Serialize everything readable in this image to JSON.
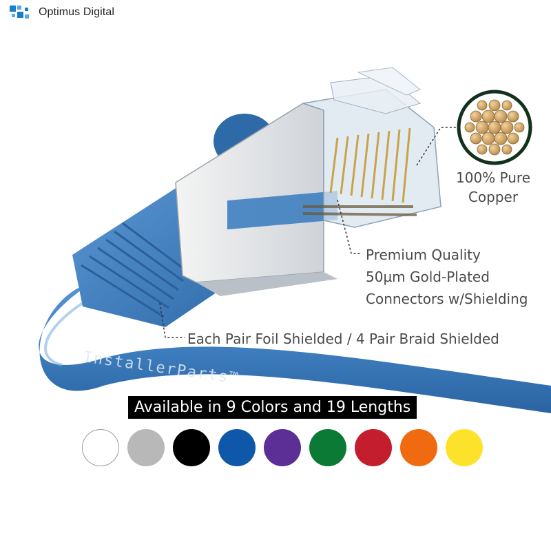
{
  "brand": {
    "name": "Optimus Digital",
    "logo_icon": "pixel-square-logo",
    "logo_colors": [
      "#1b7fc7",
      "#5aa9e6"
    ]
  },
  "product": {
    "cable_color": "#3f7fc0",
    "cable_print": "InstallerParts™"
  },
  "callouts": {
    "copper": [
      "100% Pure",
      "Copper"
    ],
    "connector": [
      "Premium Quality",
      "50µm Gold-Plated",
      "Connectors w/Shielding"
    ],
    "shielding": "Each Pair Foil Shielded / 4 Pair Braid Shielded"
  },
  "banner": "Available in 9 Colors and 19 Lengths",
  "colors": [
    {
      "name": "white",
      "hex": "#ffffff"
    },
    {
      "name": "gray",
      "hex": "#b8b8b8"
    },
    {
      "name": "black",
      "hex": "#000000"
    },
    {
      "name": "blue",
      "hex": "#0f57a8"
    },
    {
      "name": "purple",
      "hex": "#5b2f96"
    },
    {
      "name": "green",
      "hex": "#0a7a35"
    },
    {
      "name": "red",
      "hex": "#c41e2e"
    },
    {
      "name": "orange",
      "hex": "#f06a10"
    },
    {
      "name": "yellow",
      "hex": "#fde22c"
    }
  ]
}
